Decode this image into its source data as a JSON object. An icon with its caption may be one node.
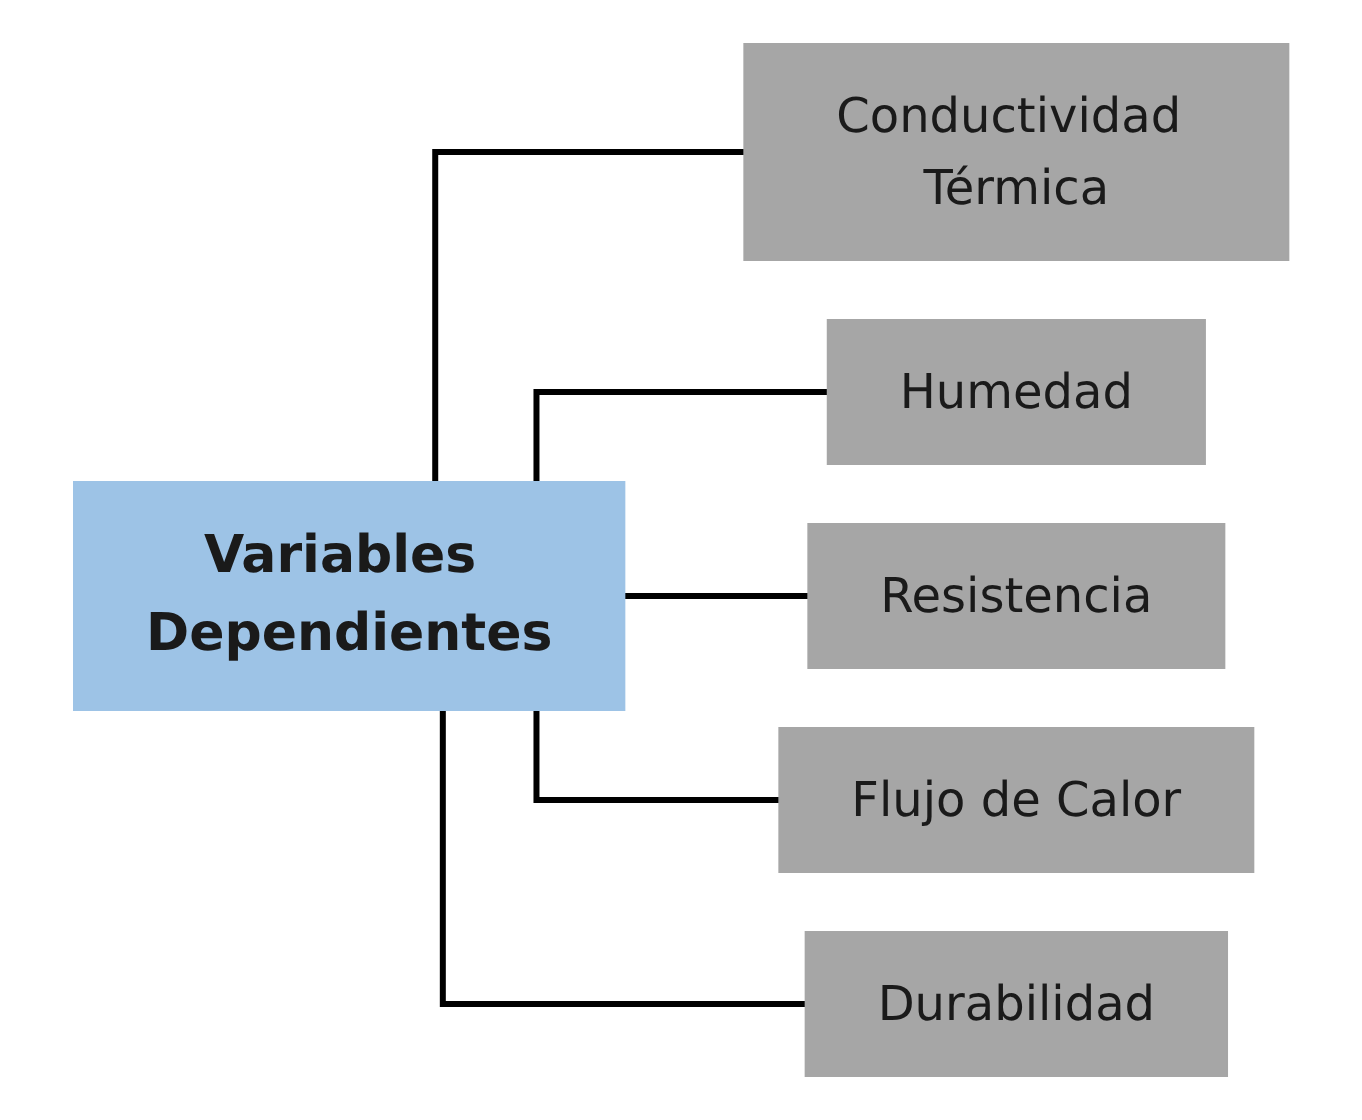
{
  "diagram": {
    "nodes": [
      {
        "text": [
          "Variables Dependientes"
        ]
      },
      {
        "text": [
          "Conductividad Térmica"
        ]
      },
      {
        "text": [
          "Humedad"
        ]
      },
      {
        "text": [
          "Resistencia"
        ]
      },
      {
        "text": [
          "Flujo de Calor"
        ]
      },
      {
        "text": [
          "Durabilidad"
        ]
      }
    ],
    "edges": [
      {
        "from": 0,
        "to": 1,
        "arrow": "none"
      },
      {
        "from": 0,
        "to": 2,
        "arrow": "none"
      },
      {
        "from": 0,
        "to": 3,
        "arrow": "none"
      },
      {
        "from": 0,
        "to": 4,
        "arrow": "none"
      },
      {
        "from": 0,
        "to": 5,
        "arrow": "none"
      }
    ]
  }
}
